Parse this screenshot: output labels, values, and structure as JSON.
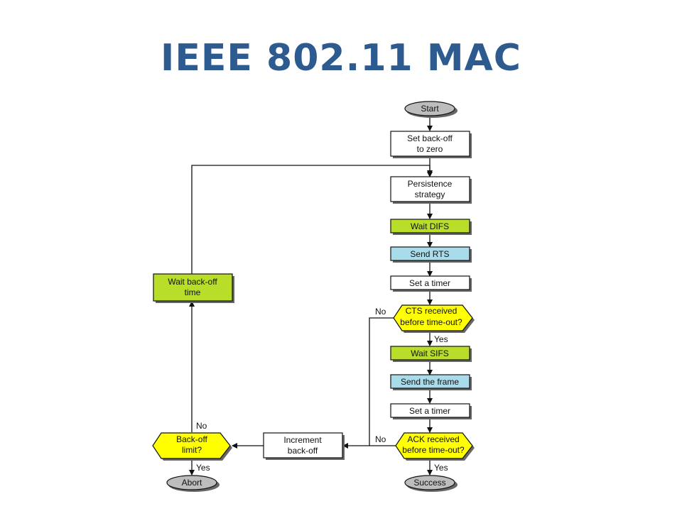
{
  "title": "IEEE 802.11 MAC",
  "colors": {
    "title": "#2d5a8f",
    "process": "#ffffff",
    "wait": "#b8de2a",
    "send": "#a9dcea",
    "decision": "#ffff00",
    "terminal": "#bdbdbd"
  },
  "flow": {
    "start": "Start",
    "set_backoff": [
      "Set back-off",
      "to zero"
    ],
    "persistence": [
      "Persistence",
      "strategy"
    ],
    "wait_difs": "Wait DIFS",
    "send_rts": "Send RTS",
    "set_timer_1": "Set a timer",
    "cts_received": [
      "CTS received",
      "before time-out?"
    ],
    "wait_sifs": "Wait SIFS",
    "send_frame": "Send the frame",
    "set_timer_2": "Set a timer",
    "ack_received": [
      "ACK received",
      "before time-out?"
    ],
    "success": "Success",
    "increment_backoff": [
      "Increment",
      "back-off"
    ],
    "backoff_limit": [
      "Back-off",
      "limit?"
    ],
    "abort": "Abort",
    "wait_backoff": [
      "Wait back-off",
      "time"
    ]
  },
  "edge_labels": {
    "cts_no": "No",
    "cts_yes": "Yes",
    "ack_no": "No",
    "ack_yes": "Yes",
    "limit_no": "No",
    "limit_yes": "Yes"
  }
}
